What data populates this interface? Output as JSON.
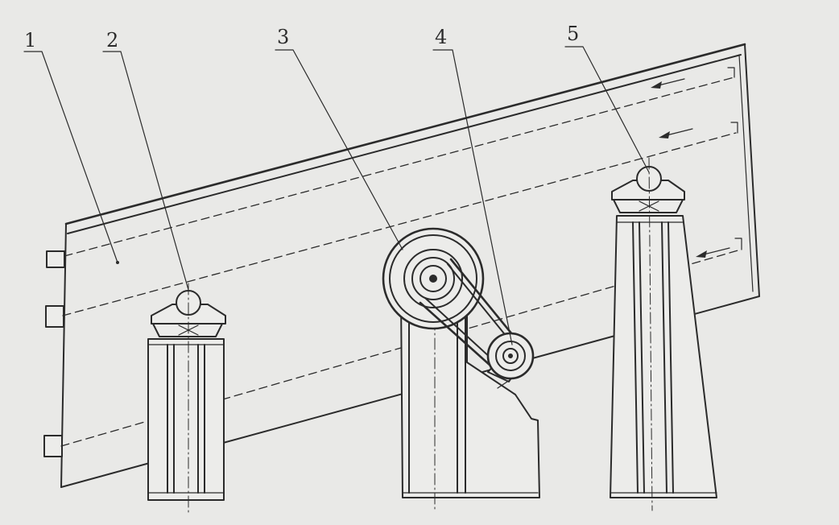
{
  "labels": {
    "l1": "1",
    "l2": "2",
    "l3": "3",
    "l4": "4",
    "l5": "5"
  },
  "colors": {
    "paper": "#e9e9e7",
    "ink": "#2b2b2b"
  }
}
